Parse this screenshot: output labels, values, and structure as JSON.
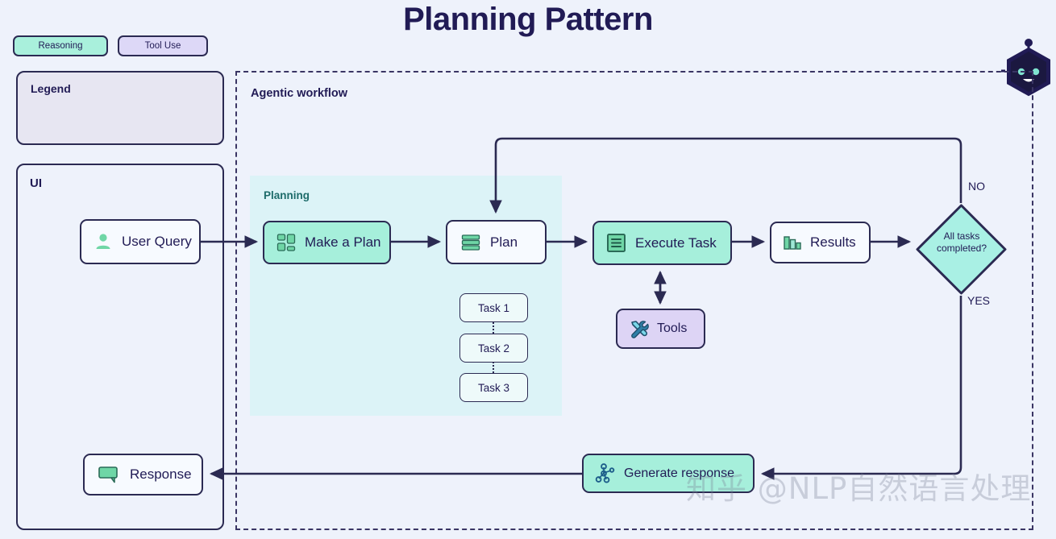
{
  "page": {
    "title": "Planning Pattern",
    "background_color": "#eef2fb",
    "ink_color": "#211b55",
    "reasoning_color": "#a6efdb",
    "tool_color": "#ddd4f5",
    "watermark": "知乎 @NLP自然语言处理"
  },
  "logo": {
    "name": "robot-head-logo"
  },
  "legend": {
    "title": "Legend",
    "items": [
      {
        "label": "Reasoning",
        "color": "#a9f0dc"
      },
      {
        "label": "Tool Use",
        "color": "#ddd8f7"
      }
    ]
  },
  "ui_panel": {
    "title": "UI",
    "nodes": [
      {
        "label": "User Query",
        "icon": "user-icon"
      },
      {
        "label": "Response",
        "icon": "chat-bubble-icon"
      }
    ]
  },
  "workflow": {
    "title": "Agentic workflow",
    "planning": {
      "title": "Planning",
      "make_a_plan": {
        "label": "Make a Plan",
        "icon": "layout-grid-icon"
      },
      "plan": {
        "label": "Plan",
        "icon": "stacked-list-icon"
      },
      "tasks": [
        "Task 1",
        "Task 2",
        "Task 3"
      ]
    },
    "execute_task": {
      "label": "Execute Task",
      "icon": "document-lines-icon"
    },
    "tools": {
      "label": "Tools",
      "icon": "wrench-screwdriver-icon"
    },
    "results": {
      "label": "Results",
      "icon": "bar-chart-icon"
    },
    "decision": {
      "label": "All tasks\ncompleted?",
      "branch_no": "NO",
      "branch_yes": "YES"
    },
    "generate_response": {
      "label": "Generate response",
      "icon": "node-graph-icon"
    }
  }
}
